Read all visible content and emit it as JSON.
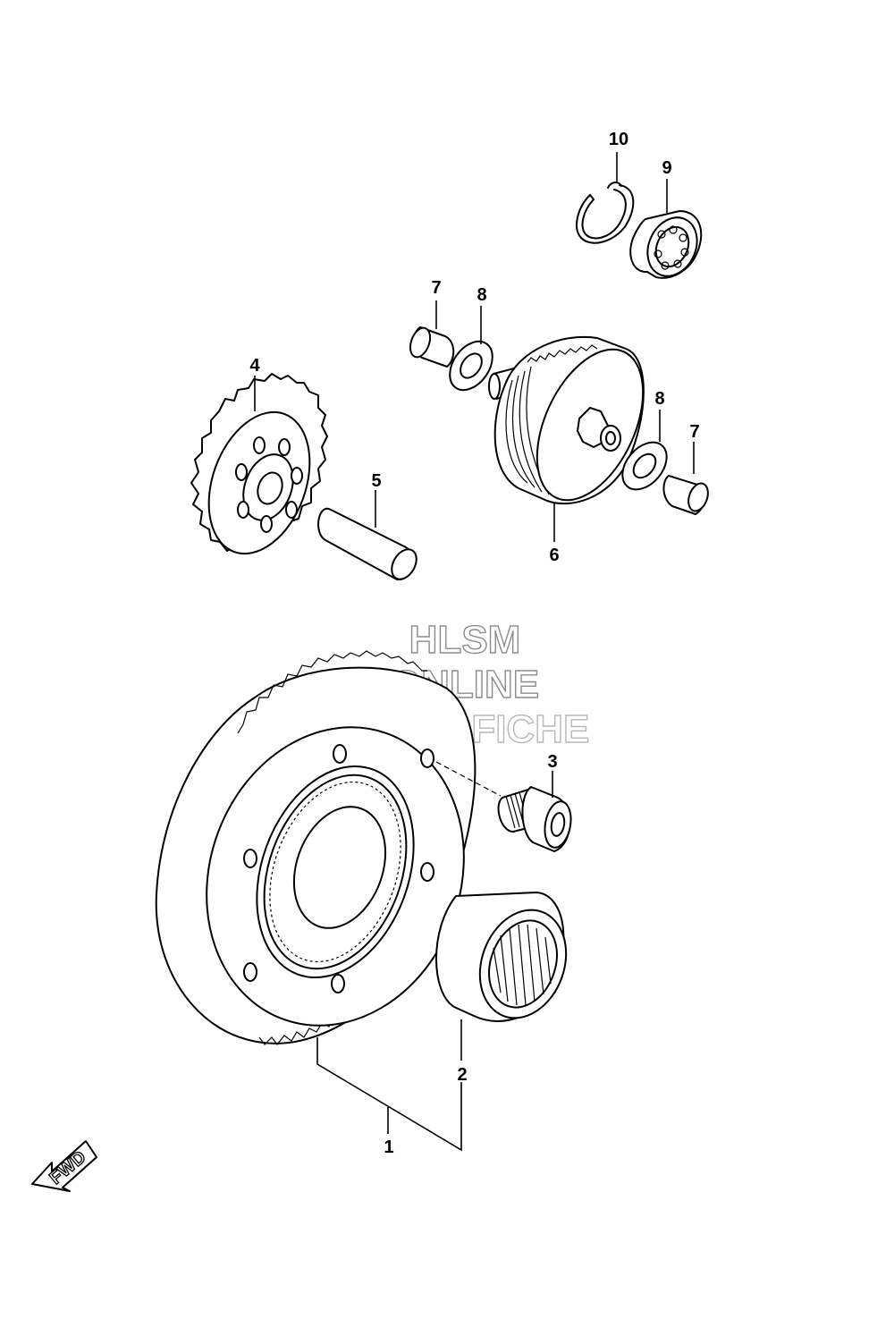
{
  "watermark": {
    "line1": "HLSM",
    "line2": "ONLINE",
    "line3": "MICROFICHE",
    "color": "#8c8c8c"
  },
  "fwd_indicator": {
    "label": "FWD"
  },
  "callouts": [
    {
      "id": "part-1",
      "number": "1"
    },
    {
      "id": "part-2",
      "number": "2"
    },
    {
      "id": "part-3",
      "number": "3"
    },
    {
      "id": "part-4",
      "number": "4"
    },
    {
      "id": "part-5",
      "number": "5"
    },
    {
      "id": "part-6",
      "number": "6"
    },
    {
      "id": "part-7a",
      "number": "7"
    },
    {
      "id": "part-7b",
      "number": "7"
    },
    {
      "id": "part-8a",
      "number": "8"
    },
    {
      "id": "part-8b",
      "number": "8"
    },
    {
      "id": "part-9",
      "number": "9"
    },
    {
      "id": "part-10",
      "number": "10"
    }
  ]
}
